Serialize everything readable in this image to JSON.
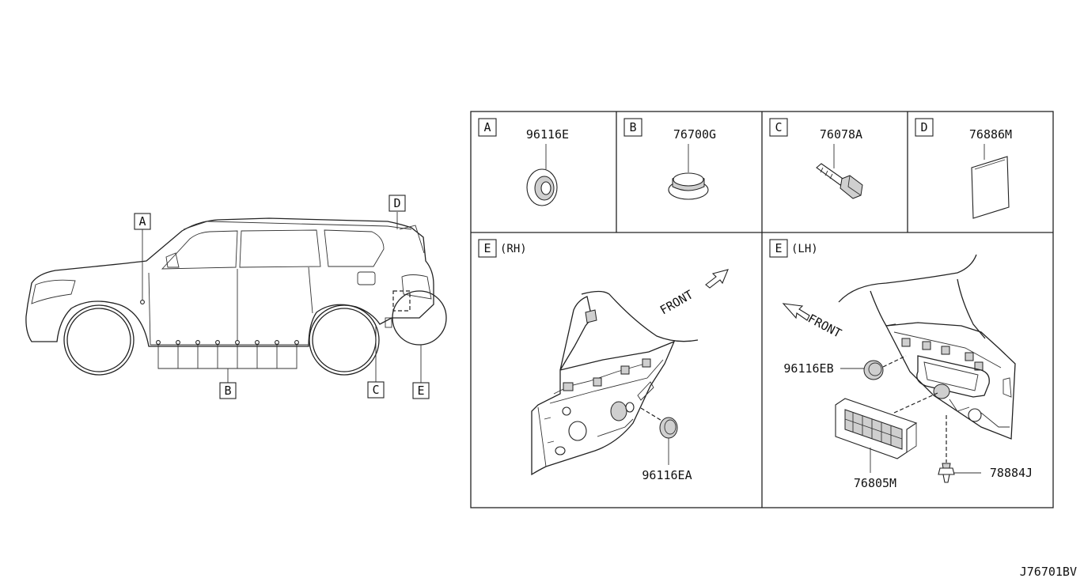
{
  "callouts": {
    "a": "A",
    "b": "B",
    "c": "C",
    "d": "D",
    "e": "E"
  },
  "panels": {
    "a": {
      "letter": "A",
      "part": "96116E"
    },
    "b": {
      "letter": "B",
      "part": "76700G"
    },
    "c": {
      "letter": "C",
      "part": "76078A"
    },
    "d": {
      "letter": "D",
      "part": "76886M"
    },
    "e_rh": {
      "letter": "E",
      "side": "(RH)",
      "front": "FRONT",
      "part": "96116EA"
    },
    "e_lh": {
      "letter": "E",
      "side": "(LH)",
      "front": "FRONT",
      "parts": [
        "96116EB",
        "76805M",
        "78884J"
      ]
    }
  },
  "diagram_id": "J76701BV"
}
